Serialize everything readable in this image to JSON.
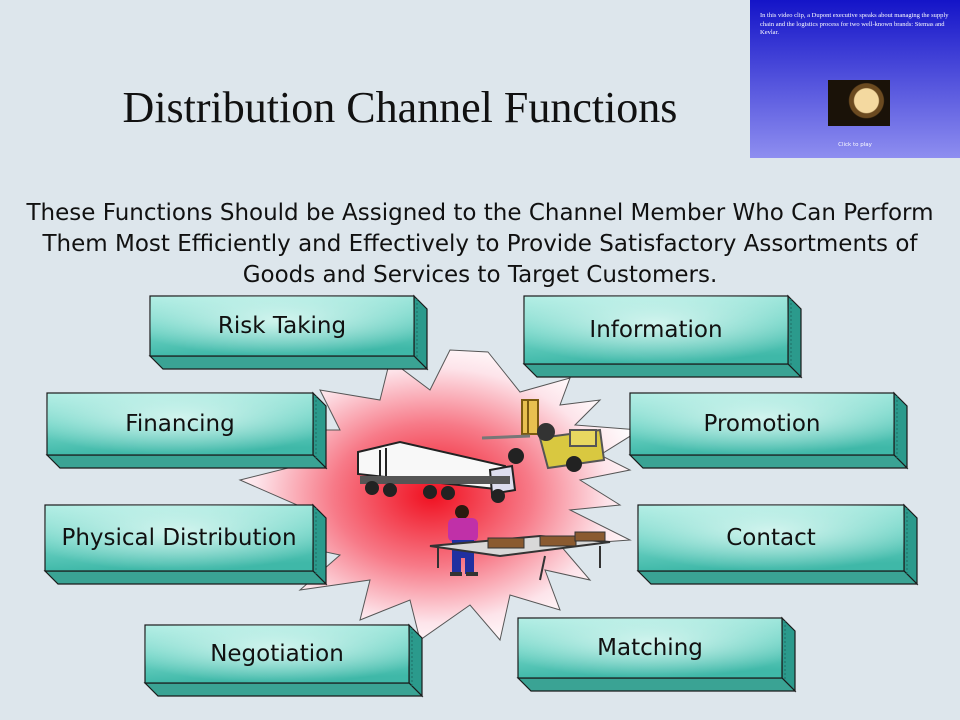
{
  "slide": {
    "title": "Distribution Channel Functions",
    "subtitle": "These Functions Should be Assigned to the Channel Member Who Can Perform Them Most Efficiently and Effectively to Provide Satisfactory Assortments of Goods and Services to Target Customers."
  },
  "video": {
    "caption": "In this video clip, a Dupont executive speaks about managing the supply chain and the logistics process for two well-known brands: Stemas and Kevlar.",
    "link_label": "Click to play"
  },
  "functions": {
    "risk_taking": "Risk Taking",
    "information": "Information",
    "financing": "Financing",
    "promotion": "Promotion",
    "physical_distribution": "Physical Distribution",
    "contact": "Contact",
    "negotiation": "Negotiation",
    "matching": "Matching"
  },
  "colors": {
    "box_face_light": "#b6efe6",
    "box_face_dark": "#3fb8a8",
    "box_side": "#2b9a8c",
    "box_outline": "#1a1a1a",
    "burst_center": "#f01020",
    "background": "#dde6ec"
  },
  "icons": [
    "semi-truck-icon",
    "forklift-icon",
    "worker-icon",
    "conveyor-table-icon"
  ]
}
